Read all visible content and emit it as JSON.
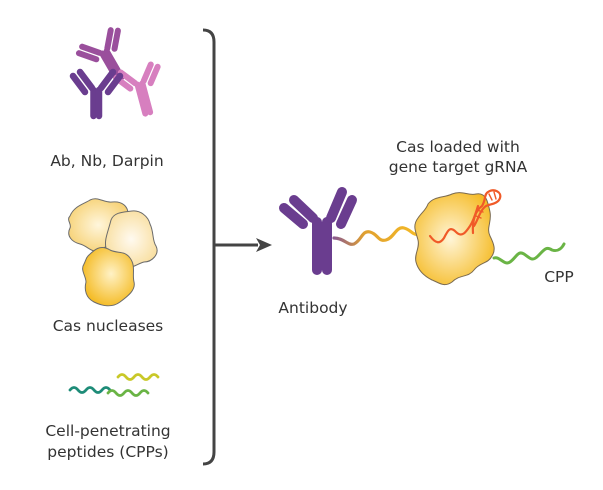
{
  "figure": {
    "left_group": {
      "items": [
        {
          "label": "Ab, Nb, Darpin"
        },
        {
          "label": "Cas nucleases"
        },
        {
          "label_lines": [
            "Cell-penetrating",
            "peptides (CPPs)"
          ]
        }
      ]
    },
    "right_group": {
      "antibody_label": "Antibody",
      "cas_label_lines": [
        "Cas loaded with",
        "gene target gRNA"
      ],
      "cpp_label": "CPP"
    },
    "colors": {
      "antibody_dark_purple": "#6a3d8f",
      "antibody_mid_purple": "#9a4f9c",
      "antibody_pink": "#d77fbf",
      "cas_yellow": "#f7c136",
      "cas_light": "#fde9b5",
      "grna_orange": "#f05a28",
      "cpp_green": "#6ab445",
      "cpp_teal": "#1e8c78",
      "cpp_yellow": "#c9c828",
      "bracket_gray": "#444444"
    }
  }
}
